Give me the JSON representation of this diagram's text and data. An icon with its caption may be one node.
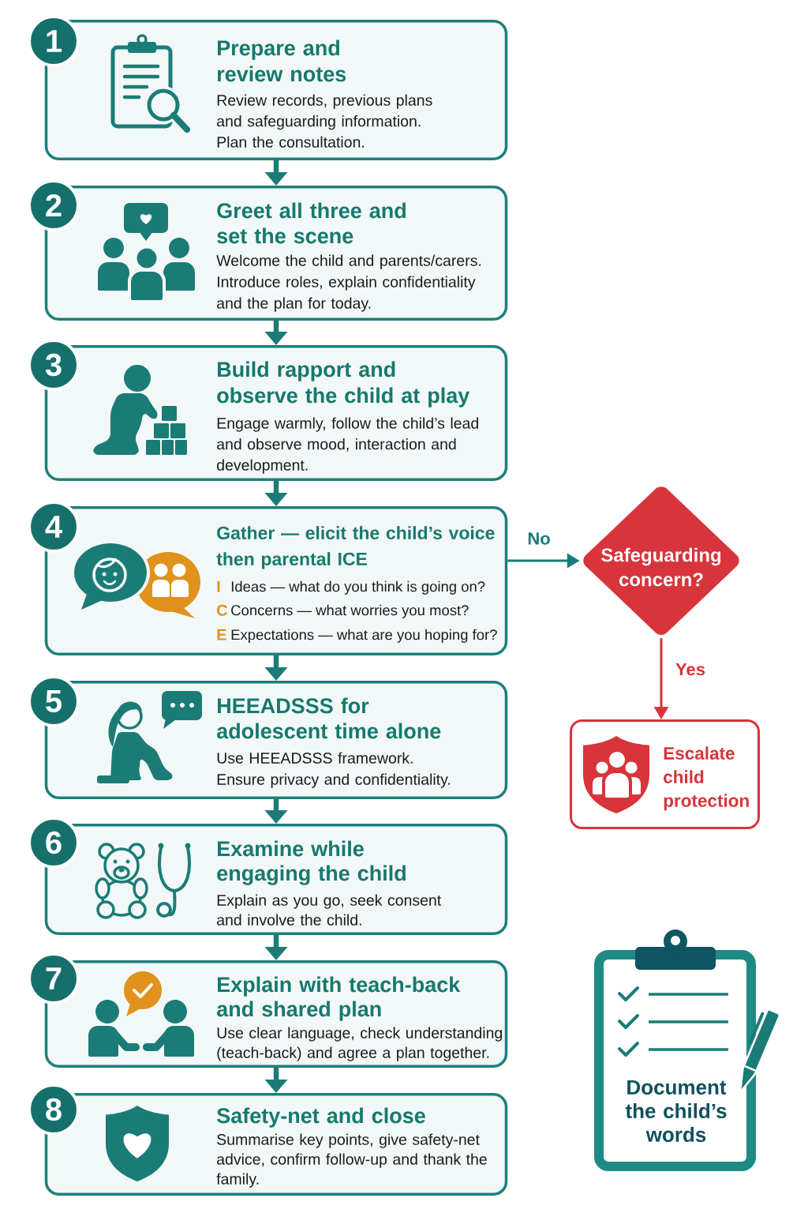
{
  "diagram": {
    "nodes": [
      {
        "text": [
          "1",
          "Prepare and review notes",
          "Review records, previous plans and safeguarding information. Plan the consultation."
        ]
      },
      {
        "text": [
          "2",
          "Greet all three and set the scene",
          "Welcome the child and parents/carers. Introduce roles, explain confidentiality and the plan for today."
        ]
      },
      {
        "text": [
          "3",
          "Build rapport and observe the child at play",
          "Engage warmly, follow the child’s lead and observe mood, interaction and development."
        ]
      },
      {
        "text": [
          "4",
          "Gather — elicit the child’s voice then parental ICE",
          "I",
          "Ideas — what do you think is going on?",
          "C",
          "Concerns — what worries you most?",
          "E",
          "Expectations — what are you hoping for?"
        ]
      },
      {
        "text": [
          "5",
          "HEEADSSS for adolescent time alone",
          "Use HEEADSSS framework. Ensure privacy and confidentiality."
        ]
      },
      {
        "text": [
          "6",
          "Examine while engaging the child",
          "Explain as you go, seek consent and involve the child."
        ]
      },
      {
        "text": [
          "7",
          "Explain with teach-back and shared plan",
          "Use clear language, check understanding (teach-back) and agree a plan together."
        ]
      },
      {
        "text": [
          "8",
          "Safety-net and close",
          "Summarise key points, give safety-net advice, confirm follow-up and thank the family."
        ]
      },
      {
        "text": [
          "Safeguarding concern?"
        ]
      },
      {
        "text": [
          "Escalate child protection"
        ]
      },
      {
        "text": [
          "Document the child’s words"
        ]
      }
    ],
    "edges": [
      {
        "from": 0,
        "to": 1,
        "arrow": "to"
      },
      {
        "from": 1,
        "to": 2,
        "arrow": "to"
      },
      {
        "from": 2,
        "to": 3,
        "arrow": "to"
      },
      {
        "from": 3,
        "to": 4,
        "arrow": "to"
      },
      {
        "from": 4,
        "to": 5,
        "arrow": "to"
      },
      {
        "from": 5,
        "to": 6,
        "arrow": "to"
      },
      {
        "from": 6,
        "to": 7,
        "arrow": "to"
      },
      {
        "from": 3,
        "to": 8,
        "arrow": "to",
        "label": "No"
      },
      {
        "from": 8,
        "to": 9,
        "arrow": "to",
        "label": "Yes",
        "color": "#d8343b"
      }
    ]
  }
}
